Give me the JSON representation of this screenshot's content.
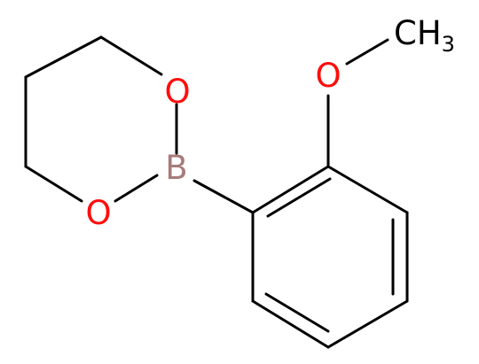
{
  "atoms": {
    "o_top": {
      "symbol": "O",
      "color": "#ff0d0d"
    },
    "o_bottom": {
      "symbol": "O",
      "color": "#ff0d0d"
    },
    "boron": {
      "symbol": "B",
      "color": "#a87b7b"
    },
    "o_methoxy": {
      "symbol": "O",
      "color": "#ff0d0d"
    },
    "methyl": {
      "symbol": "CH",
      "subscript": "3",
      "color": "#000000"
    }
  },
  "bond_color": "#000000"
}
